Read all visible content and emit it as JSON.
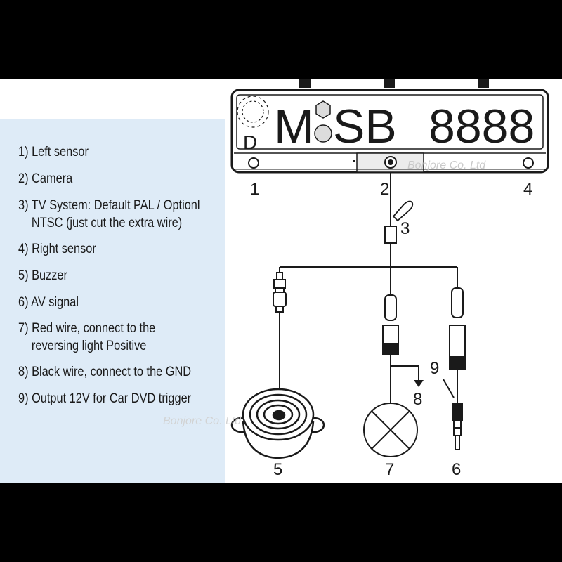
{
  "legend": {
    "items": [
      {
        "text": "1) Left sensor"
      },
      {
        "text": "2) Camera"
      },
      {
        "text": "3) TV System: Default PAL / Optionl",
        "cont": "NTSC (just cut the extra wire)"
      },
      {
        "text": "4) Right sensor"
      },
      {
        "text": "5) Buzzer"
      },
      {
        "text": "6) AV signal"
      },
      {
        "text": "7) Red wire, connect to the",
        "cont": "reversing light Positive"
      },
      {
        "text": "8) Black wire, connect to the GND"
      },
      {
        "text": "9) Output 12V for Car DVD trigger"
      }
    ]
  },
  "plate": {
    "country": "D",
    "letter_left": "M",
    "letters_right": "SB",
    "digits": "8888",
    "watermark": "Bonjore Co. Ltd"
  },
  "callouts": {
    "n1": "1",
    "n2": "2",
    "n3": "3",
    "n4": "4",
    "n5": "5",
    "n6": "6",
    "n7": "7",
    "n8": "8",
    "n9": "9"
  },
  "watermark2": "Bonjore Co. Ltd",
  "colors": {
    "legend_bg": "#deebf7",
    "ink": "#1a1a1a",
    "frame": "#000000"
  }
}
